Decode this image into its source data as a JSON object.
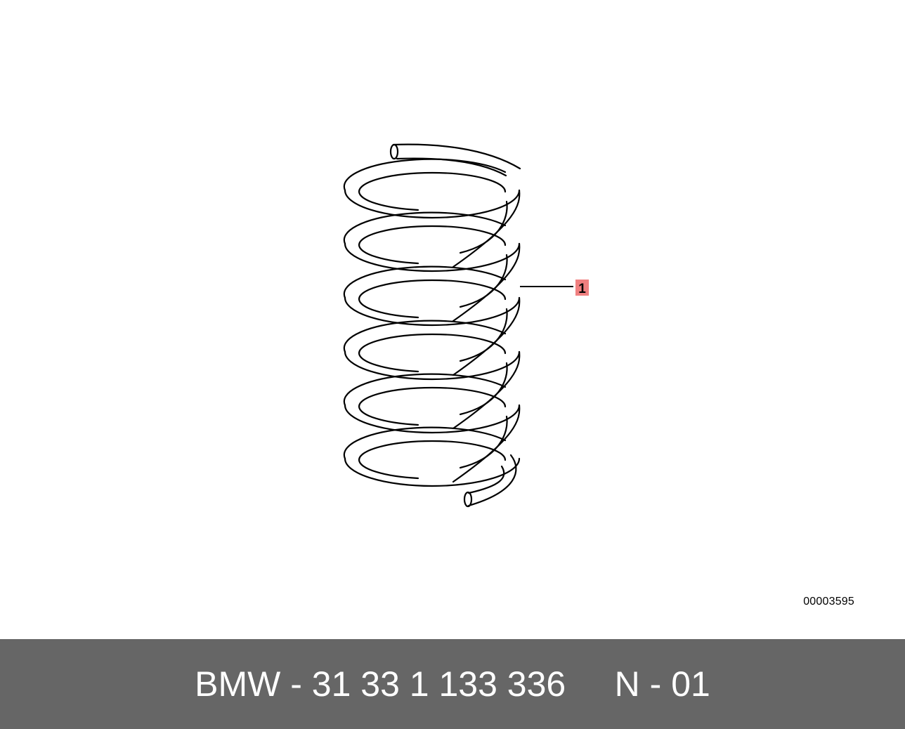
{
  "diagram": {
    "callout_number": "1",
    "callout_color": "#f08080",
    "diagram_id": "00003595"
  },
  "footer": {
    "text": "BMW - 31 33 1 133 336     N - 01",
    "background": "#666666",
    "text_color": "#ffffff"
  }
}
